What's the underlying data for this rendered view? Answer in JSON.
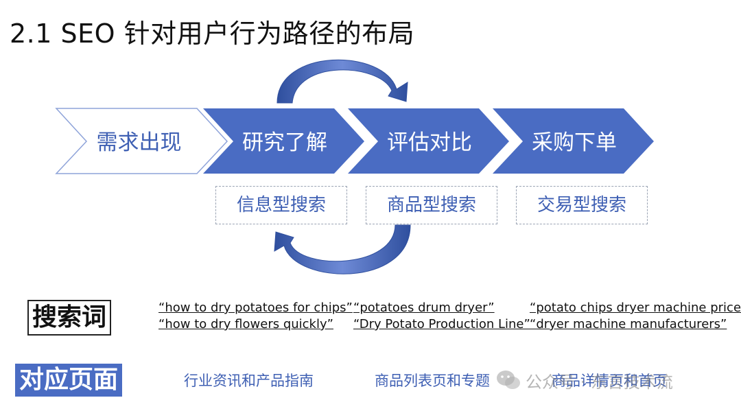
{
  "title": "2.1 SEO 针对用户行为路径的布局",
  "stages": [
    "需求出现",
    "研究了解",
    "评估对比",
    "采购下单"
  ],
  "search_types": [
    "信息型搜索",
    "商品型搜索",
    "交易型搜索"
  ],
  "keywords_label": "搜索词",
  "keywords": [
    [
      "“how to dry potatoes for chips”",
      "“how to dry flowers quickly”"
    ],
    [
      "“potatoes drum dryer”",
      "“Dry Potato Production Line”"
    ],
    [
      "“potato chips dryer machine price”",
      "“dryer machine manufacturers”"
    ]
  ],
  "pages_label": "对应页面",
  "pages": [
    "行业资讯和产品指南",
    "商品列表页和专题",
    "商品详情页和首页"
  ],
  "watermark": "公众号 · 东言技术流",
  "colors": {
    "accent": "#4a6cc3",
    "text_blue": "#3e5fb3",
    "outline": "#8ea3d9"
  }
}
